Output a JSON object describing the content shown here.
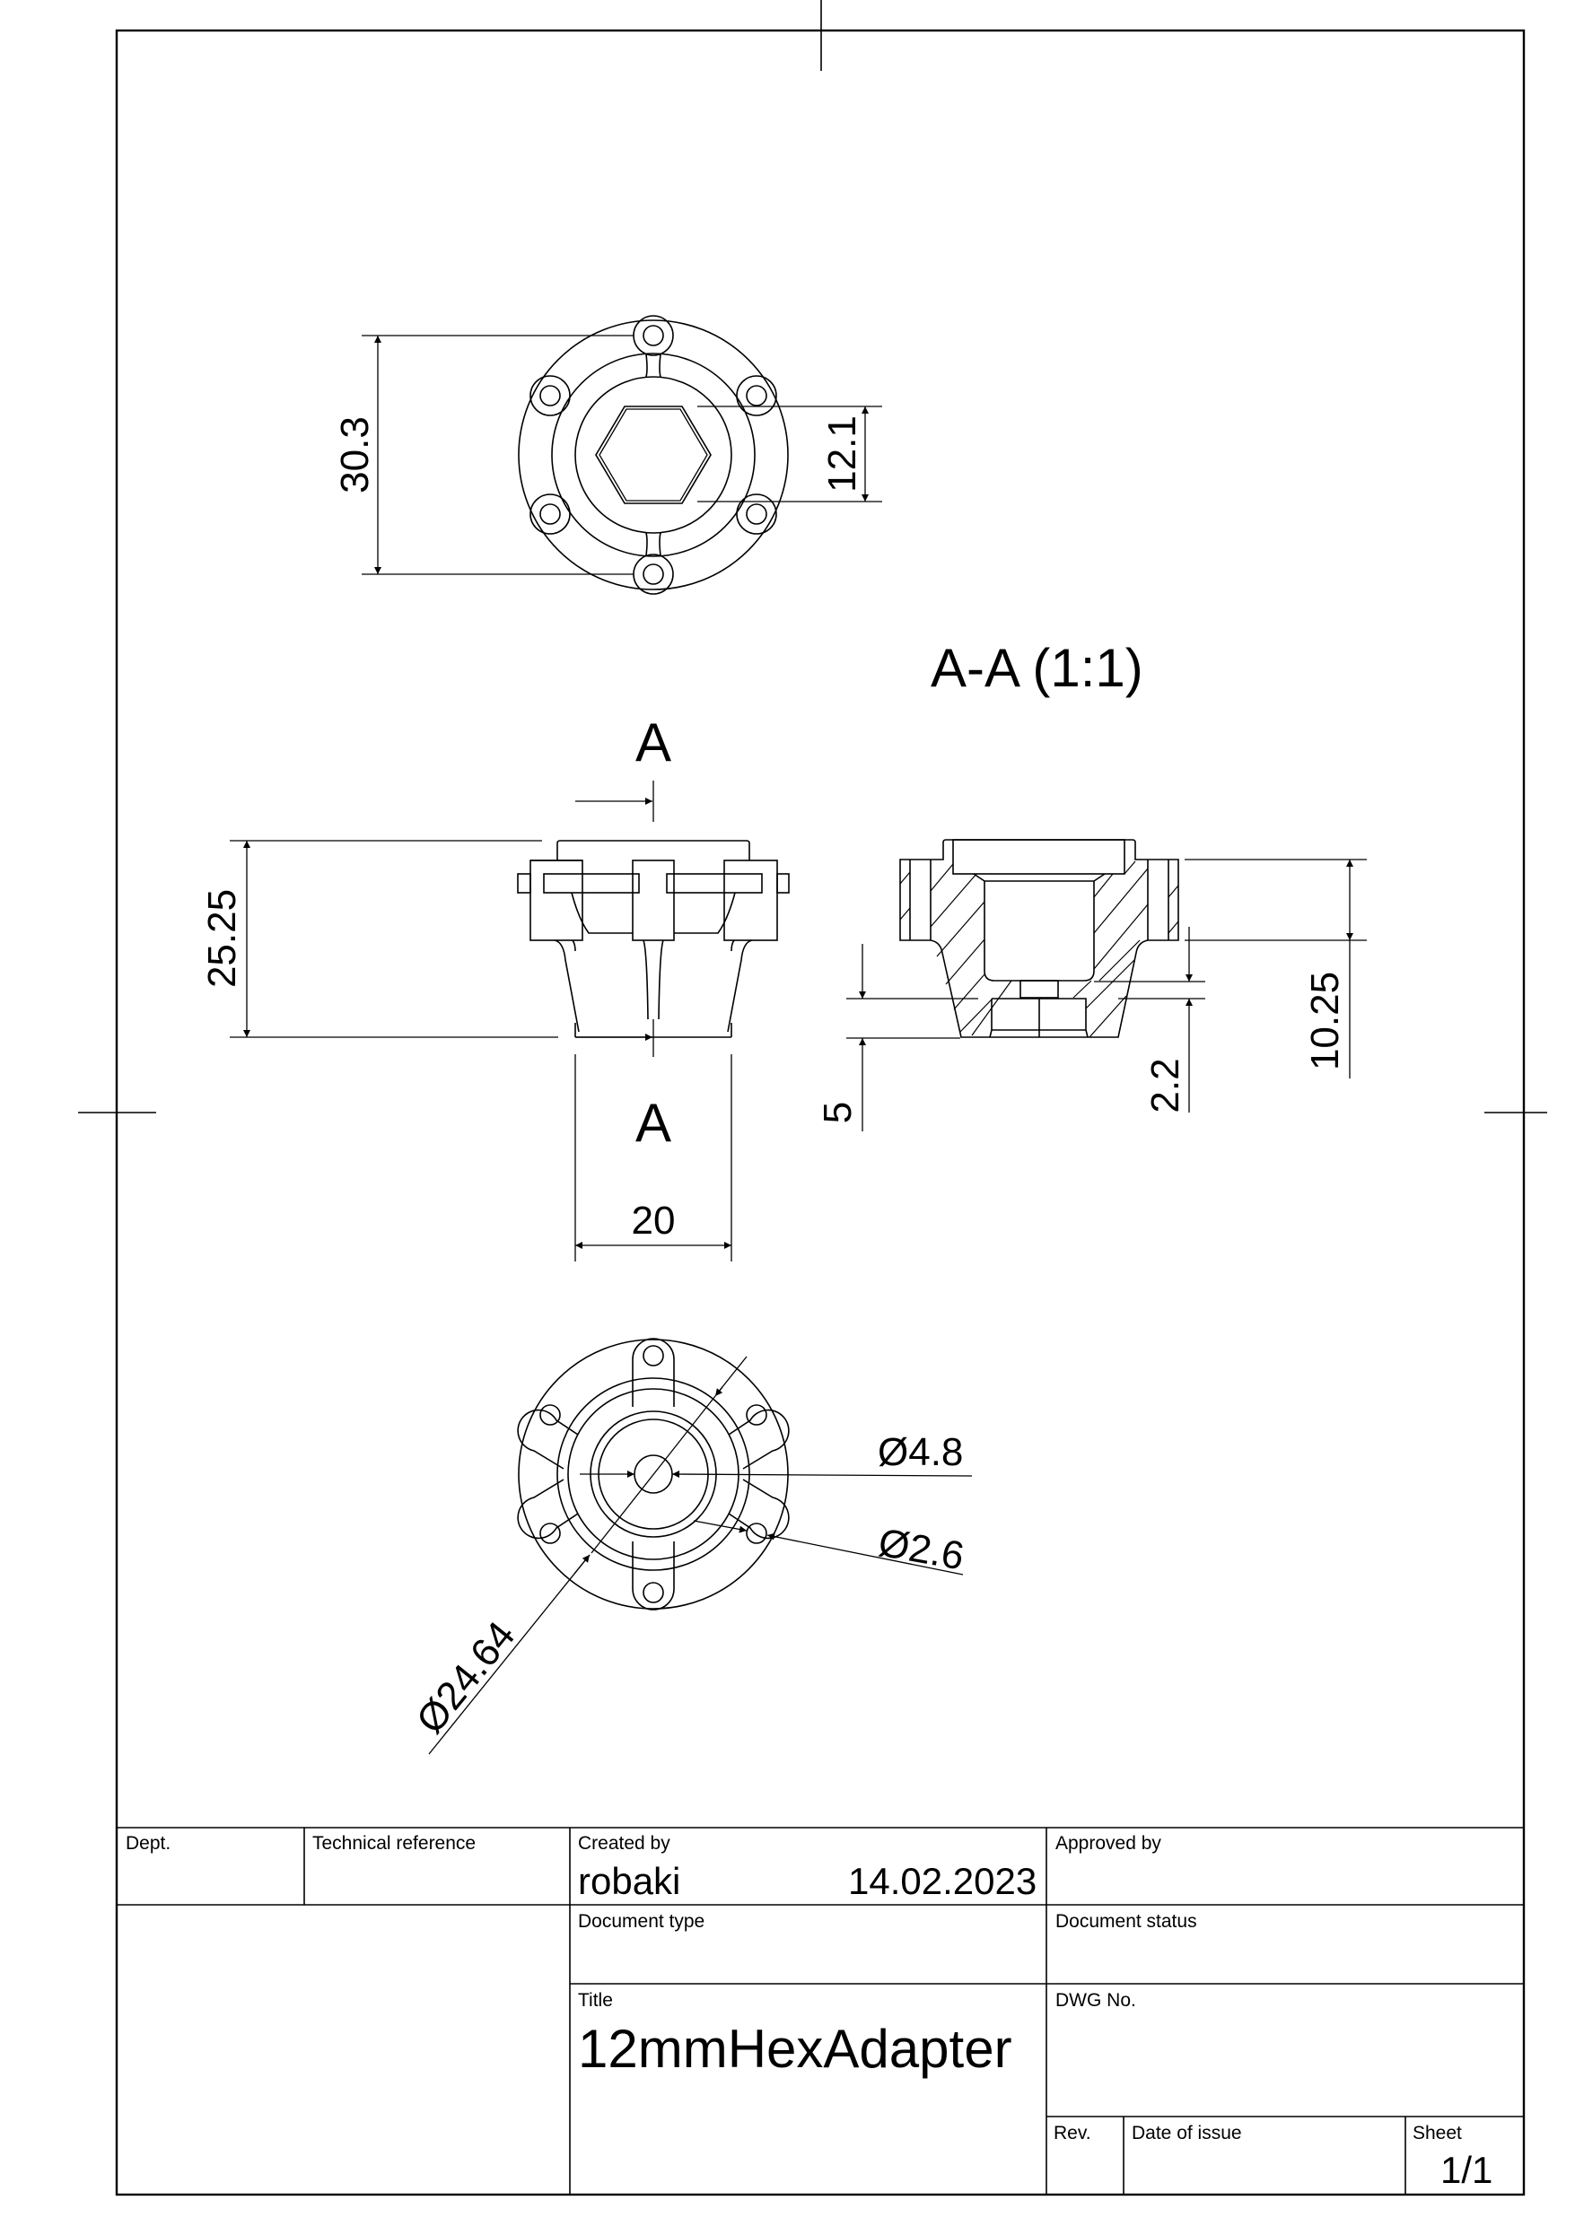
{
  "sheet": {
    "section_label": "A-A (1:1)",
    "cut_plane_letter_top": "A",
    "cut_plane_letter_bottom": "A"
  },
  "dimensions": {
    "top_view_height": "30.3",
    "hex_across_flats": "12.1",
    "overall_height": "25.25",
    "base_width": "20",
    "section_step_5": "5",
    "section_step_2_2": "2.2",
    "section_flange_10_25": "10.25",
    "center_hole_dia": "Ø4.8",
    "bolt_hole_dia": "Ø2.6",
    "bolt_circle_dia": "Ø24.64"
  },
  "title_block": {
    "dept_label": "Dept.",
    "tech_ref_label": "Technical reference",
    "created_by_label": "Created by",
    "created_by_value": "robaki",
    "created_date": "14.02.2023",
    "approved_by_label": "Approved by",
    "document_type_label": "Document type",
    "document_status_label": "Document status",
    "title_label": "Title",
    "title_value": "12mmHexAdapter",
    "dwg_no_label": "DWG No.",
    "rev_label": "Rev.",
    "date_of_issue_label": "Date of issue",
    "sheet_label": "Sheet",
    "sheet_value": "1/1"
  }
}
